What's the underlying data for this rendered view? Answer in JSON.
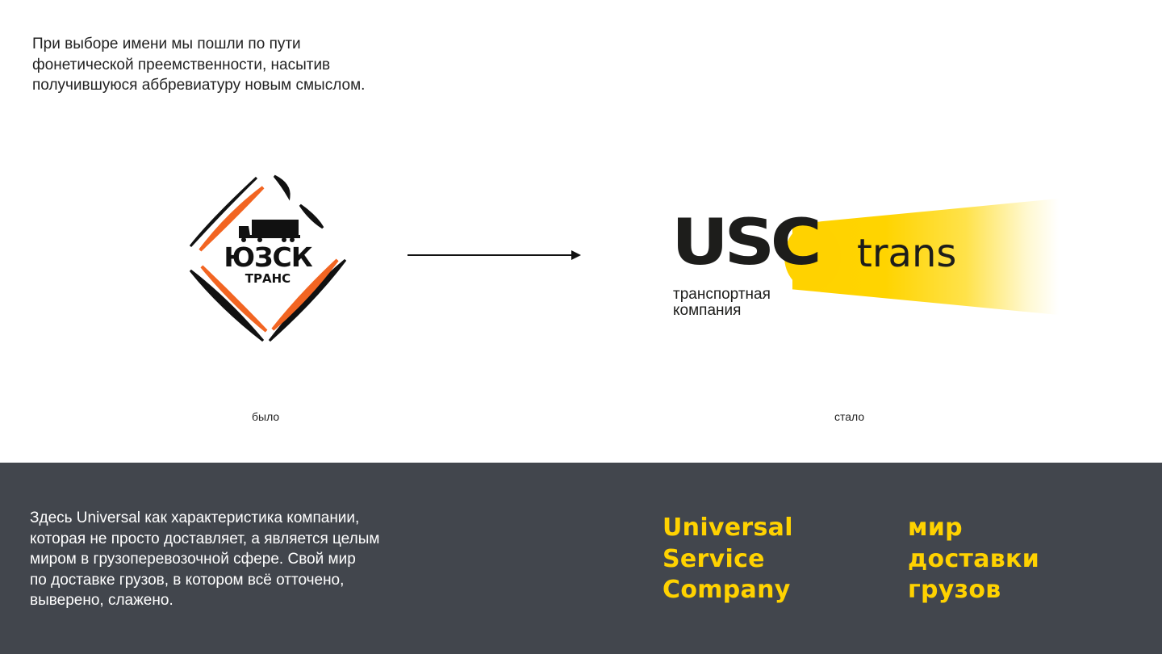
{
  "intro": {
    "lines": [
      "При выборе имени мы пошли по пути",
      "фонетической преемственности, насытив",
      "получившуюся аббревиатуру новым смыслом."
    ]
  },
  "old_logo": {
    "name": "ЮЗСК",
    "subtitle": "ТРАНС",
    "colors": {
      "accent": "#f26522",
      "dark": "#111111"
    }
  },
  "new_logo": {
    "mark": "USC",
    "word": "trans",
    "tagline": [
      "транспортная",
      "компания"
    ],
    "colors": {
      "accent": "#ffd200",
      "dark": "#1d1d1b"
    }
  },
  "captions": {
    "before": "было",
    "after": "стало"
  },
  "bottom": {
    "background": "#42464d",
    "description": [
      "Здесь Universal как характеристика компании,",
      "которая не просто доставляет, а является целым",
      "миром в грузоперевозочной сфере. Свой мир",
      "по доставке грузов, в котором всё отточено,",
      "выверено, слажено."
    ],
    "expansion": [
      "Universal",
      "Service",
      "Company"
    ],
    "meaning": [
      "мир",
      "доставки",
      "грузов"
    ],
    "highlight_color": "#ffd200"
  }
}
